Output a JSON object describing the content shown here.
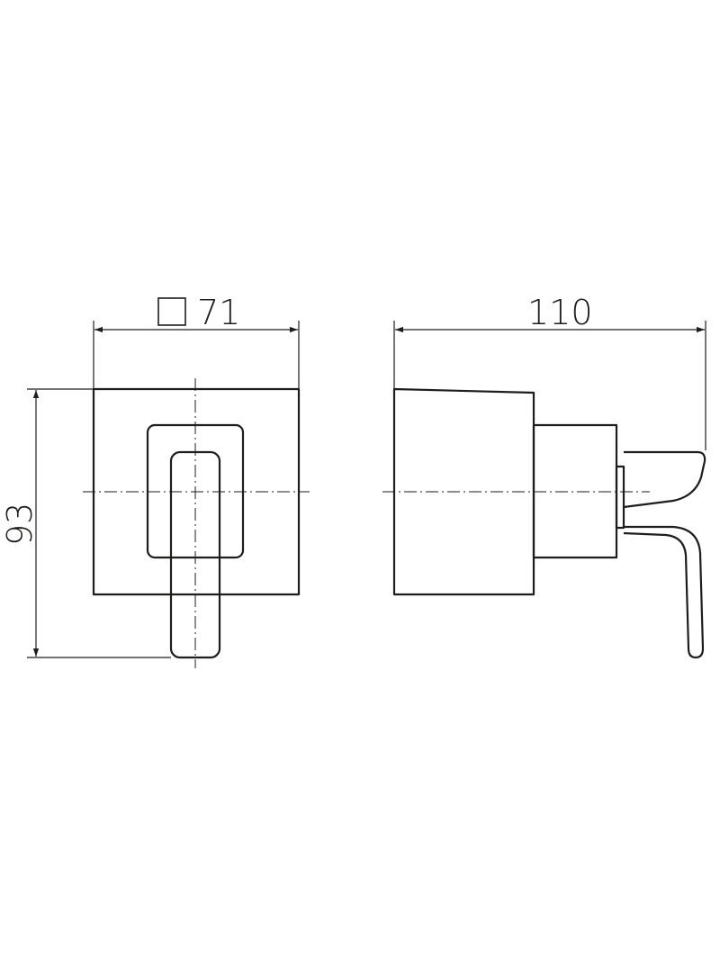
{
  "front_view": {
    "width_dimension": "71",
    "width_symbol": "square",
    "height_dimension": "93"
  },
  "side_view": {
    "depth_dimension": "110"
  },
  "colors": {
    "line": "#1d1d1b",
    "background": "#ffffff"
  }
}
